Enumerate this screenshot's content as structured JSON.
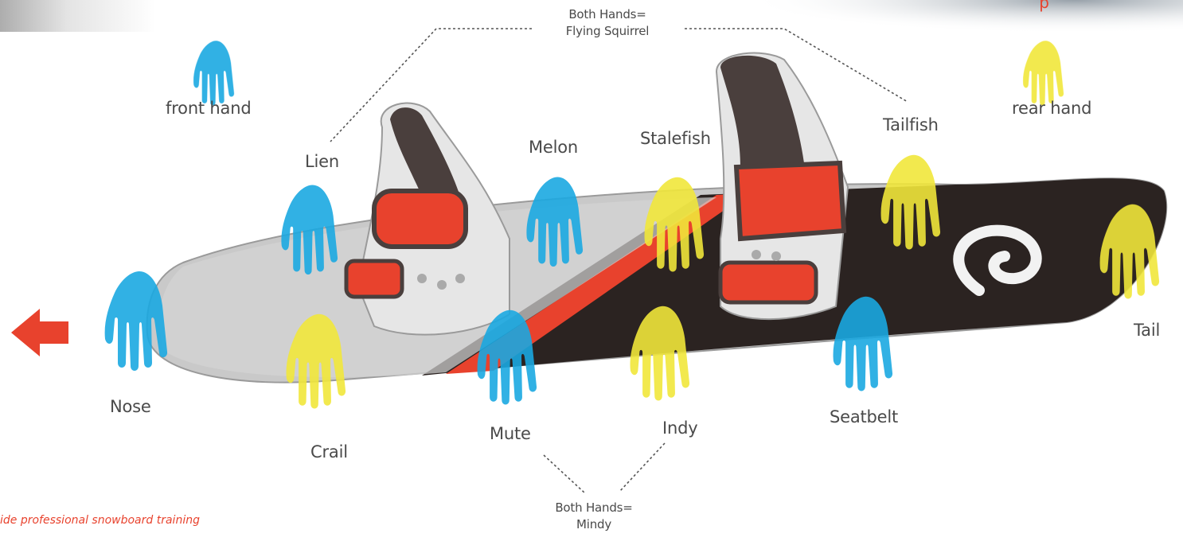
{
  "labels": {
    "front_hand": "front hand",
    "rear_hand": "rear hand",
    "lien": "Lien",
    "melon": "Melon",
    "stalefish": "Stalefish",
    "tailfish": "Tailfish",
    "nose": "Nose",
    "crail": "Crail",
    "mute": "Mute",
    "indy": "Indy",
    "seatbelt": "Seatbelt",
    "tail": "Tail"
  },
  "combos": {
    "top_line1": "Both Hands=",
    "top_line2": "Flying Squirrel",
    "bottom_line1": "Both Hands=",
    "bottom_line2": "Mindy"
  },
  "captions": {
    "top_right": "p",
    "bottom_left": "ide professional snowboard training"
  },
  "colors": {
    "front_hand": "#1aa9e1",
    "rear_hand": "#f1e73a",
    "arrow": "#e8422d",
    "board_base": "#c8c8c8",
    "board_dark": "#2a2220"
  },
  "icons": [
    "hand-icon",
    "arrow-left-icon",
    "snowboard-icon",
    "binding-icon"
  ]
}
